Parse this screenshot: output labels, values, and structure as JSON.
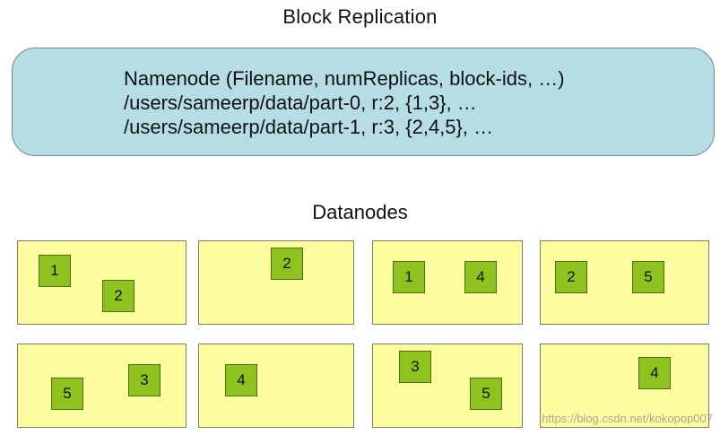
{
  "title": "Block Replication",
  "namenode": {
    "lines": [
      "Namenode (Filename, numReplicas, block-ids, …)",
      "/users/sameerp/data/part-0, r:2, {1,3}, …",
      "/users/sameerp/data/part-1, r:3, {2,4,5}, …"
    ]
  },
  "datanodes_label": "Datanodes",
  "datanodes": [
    {
      "blocks": [
        "1",
        "2"
      ]
    },
    {
      "blocks": [
        "2"
      ]
    },
    {
      "blocks": [
        "1",
        "4"
      ]
    },
    {
      "blocks": [
        "2",
        "5"
      ]
    },
    {
      "blocks": [
        "5",
        "3"
      ]
    },
    {
      "blocks": [
        "4"
      ]
    },
    {
      "blocks": [
        "3",
        "5"
      ]
    },
    {
      "blocks": [
        "4"
      ]
    }
  ],
  "watermark": "https://blog.csdn.net/kokopop007",
  "colors": {
    "namenode_fill": "#b6dde3",
    "datanode_fill": "#fdfda0",
    "block_fill": "#8dc21f"
  }
}
